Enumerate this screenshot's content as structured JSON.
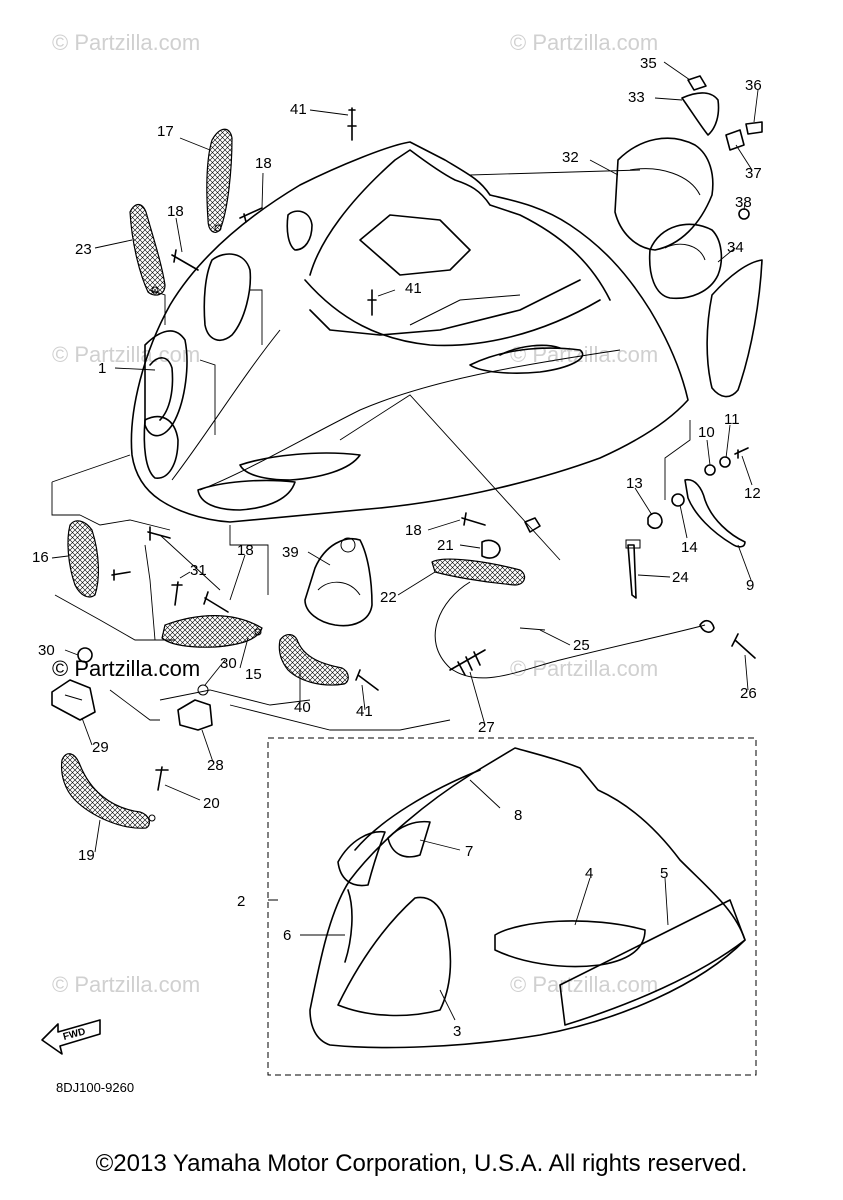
{
  "watermarks": [
    "© Partzilla.com"
  ],
  "watermark_dark": "© Partzilla.com",
  "diagram_code": "8DJ100-9260",
  "fwd_label": "FWD",
  "copyright": "©2013 Yamaha Motor Corporation, U.S.A. All rights reserved.",
  "callouts": {
    "c1": "1",
    "c2": "2",
    "c3": "3",
    "c4": "4",
    "c5": "5",
    "c6": "6",
    "c7": "7",
    "c8": "8",
    "c9": "9",
    "c10": "10",
    "c11": "11",
    "c12": "12",
    "c13": "13",
    "c14": "14",
    "c15": "15",
    "c16": "16",
    "c17": "17",
    "c18a": "18",
    "c18b": "18",
    "c18c": "18",
    "c18d": "18",
    "c19": "19",
    "c20": "20",
    "c21": "21",
    "c22": "22",
    "c23": "23",
    "c24": "24",
    "c25": "25",
    "c26": "26",
    "c27": "27",
    "c28": "28",
    "c29": "29",
    "c30a": "30",
    "c30b": "30",
    "c31": "31",
    "c32": "32",
    "c33": "33",
    "c34": "34",
    "c35": "35",
    "c36": "36",
    "c37": "37",
    "c38": "38",
    "c39": "39",
    "c40": "40",
    "c41a": "41",
    "c41b": "41",
    "c41c": "41"
  }
}
